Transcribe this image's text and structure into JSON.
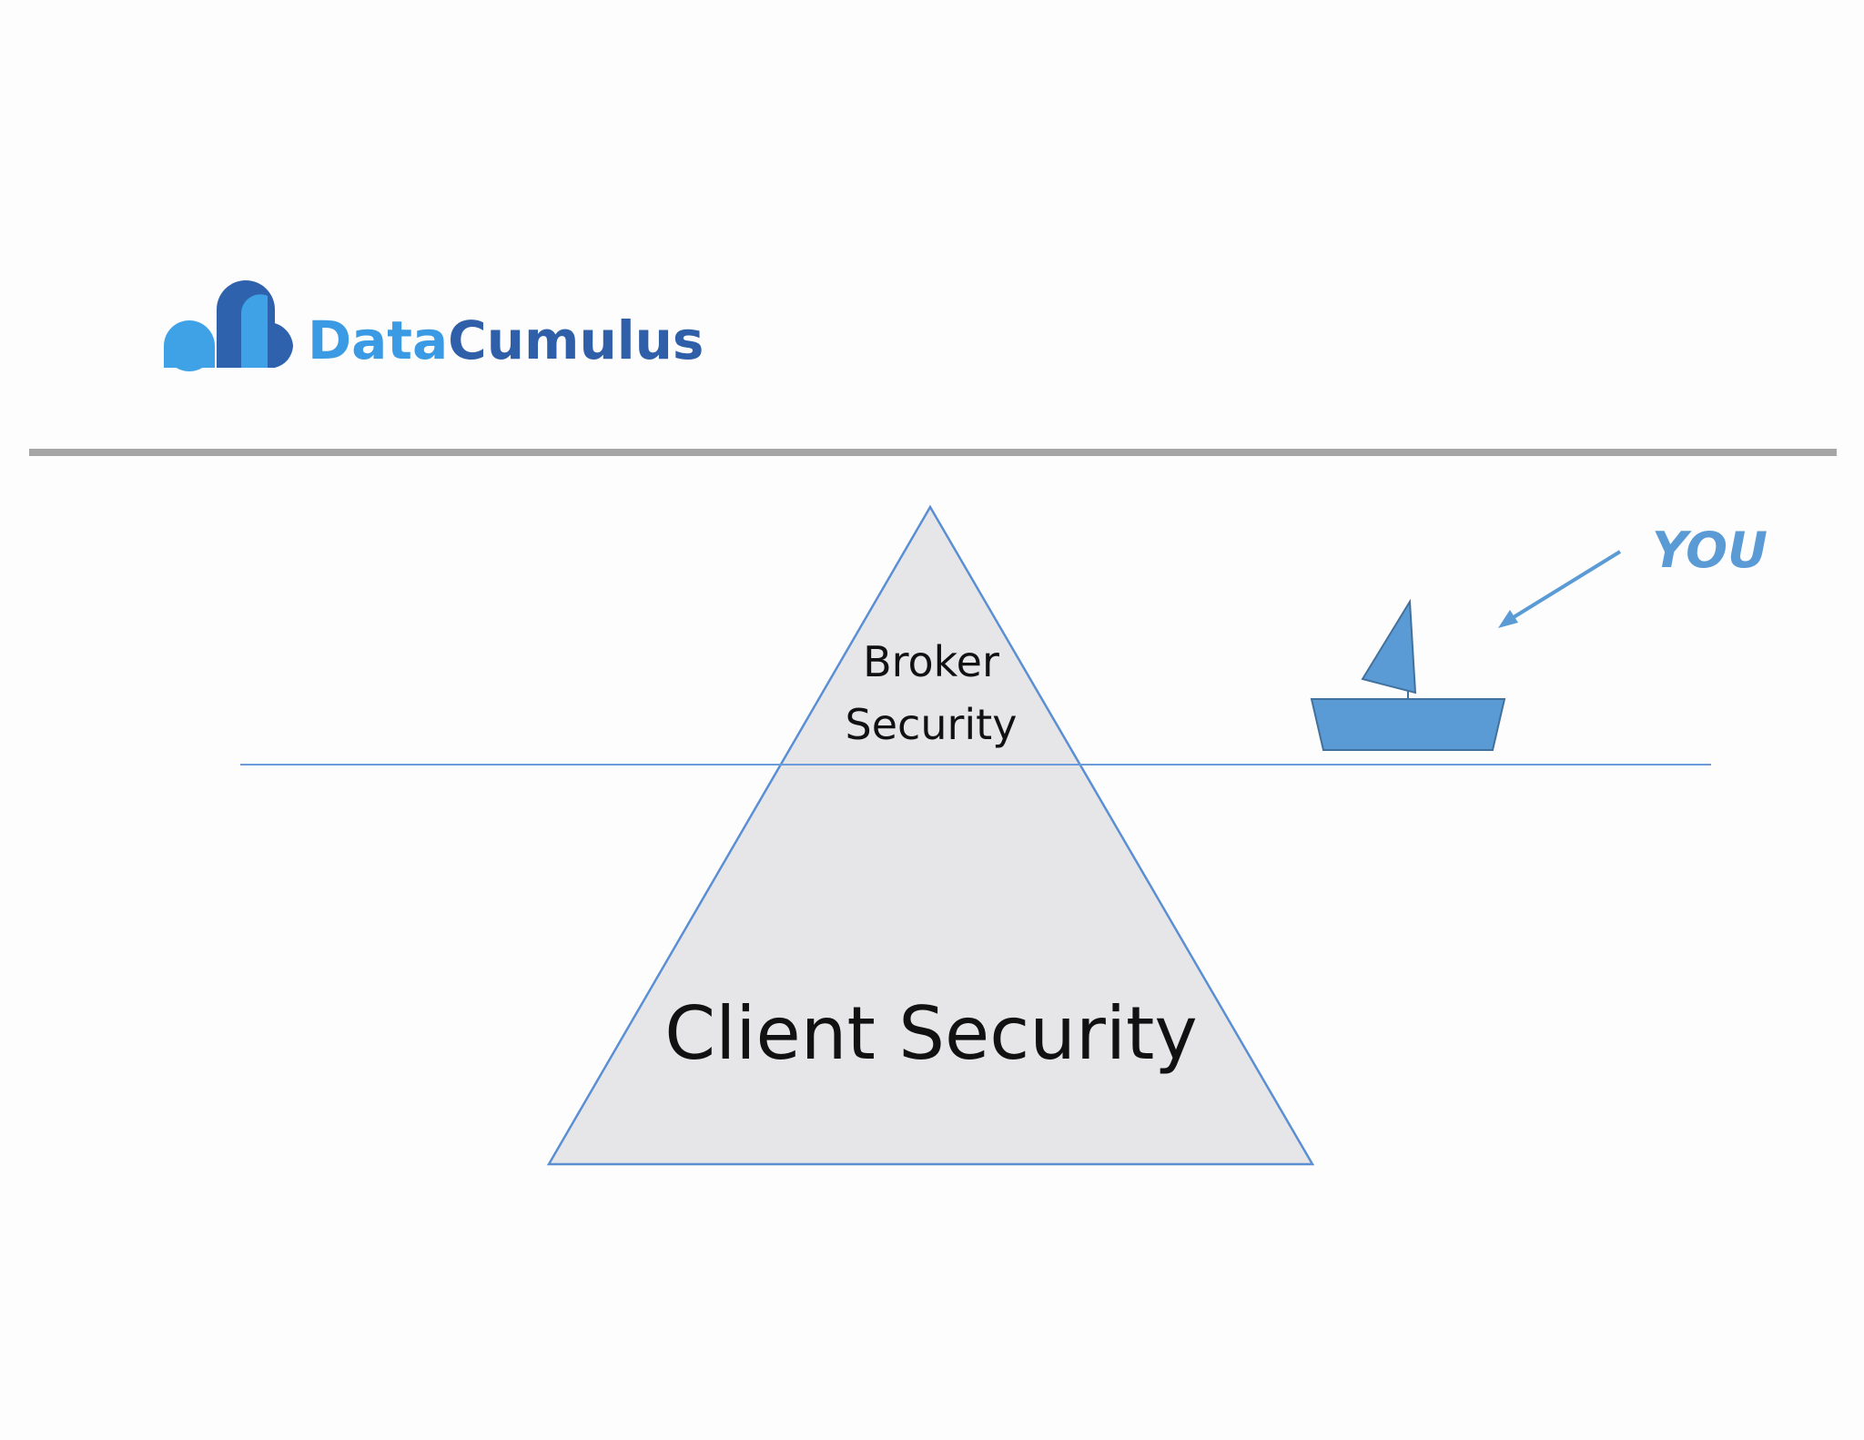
{
  "logo": {
    "text_part1": "Data",
    "text_part2": "Cumulus",
    "colors": {
      "part1": "#3a9be4",
      "part2": "#2f5fa8",
      "cloud_light": "#3fa2e6",
      "cloud_dark": "#2e62ad"
    },
    "icon": "cloud-icon"
  },
  "diagram": {
    "iceberg": {
      "top_label_line1": "Broker",
      "top_label_line2": "Security",
      "bottom_label": "Client Security",
      "fill": "#e6e6e8",
      "stroke": "#5b8fd4"
    },
    "waterline_color": "#6b9bd8",
    "divider_color": "#a6a6a6",
    "boat": {
      "icon": "sailboat-icon",
      "fill": "#5b9bd5",
      "stroke": "#41719c"
    },
    "pointer": {
      "label": "YOU",
      "color": "#5b9bd5",
      "icon": "arrow-icon"
    }
  }
}
